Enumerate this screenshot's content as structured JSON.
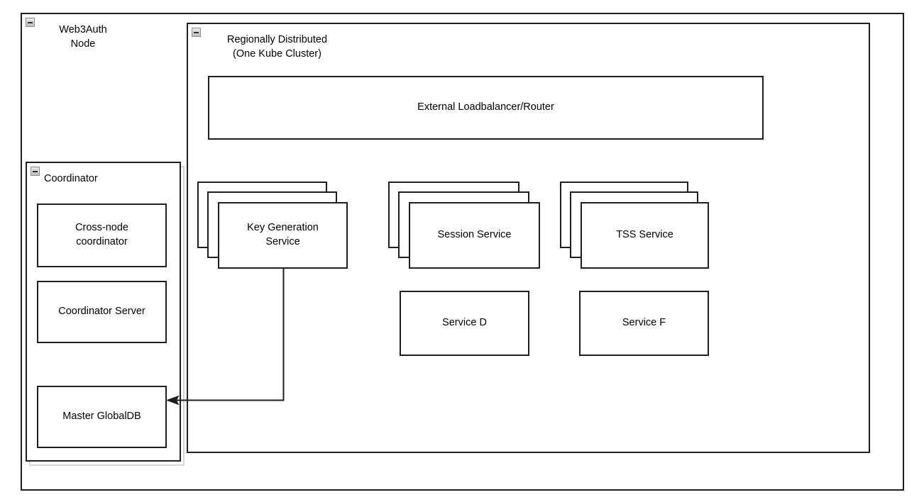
{
  "diagram": {
    "type": "architecture-block-diagram",
    "background_color": "#ffffff",
    "stroke_color": "#1f1f1f",
    "shadow_color": "#d6d6d6",
    "icon_name": "collapse-minus-icon"
  },
  "outer_container": {
    "name": "web3auth-node",
    "title": "Web3Auth\nNode",
    "collapse_icon": "collapse-minus-icon"
  },
  "kube_container": {
    "name": "regionally-distributed-kube-cluster",
    "title": "Regionally Distributed\n(One Kube Cluster)",
    "collapse_icon": "collapse-minus-icon"
  },
  "coordinator_container": {
    "name": "coordinator",
    "title": "Coordinator",
    "collapse_icon": "collapse-minus-icon",
    "children": [
      {
        "name": "cross-node-coordinator",
        "label": "Cross-node\ncoordinator"
      },
      {
        "name": "coordinator-server",
        "label": "Coordinator Server"
      },
      {
        "name": "master-globaldb",
        "label": "Master GlobalDB"
      }
    ]
  },
  "loadbalancer": {
    "name": "external-loadbalancer-router",
    "label": "External Loadbalancer/Router"
  },
  "stacked_services": [
    {
      "name": "key-generation-service",
      "label": "Key Generation\nService",
      "replicas": 3
    },
    {
      "name": "session-service",
      "label": "Session Service",
      "replicas": 3
    },
    {
      "name": "tss-service",
      "label": "TSS Service",
      "replicas": 3
    }
  ],
  "plain_services": [
    {
      "name": "service-d",
      "label": "Service D"
    },
    {
      "name": "service-f",
      "label": "Service F"
    }
  ],
  "connectors": [
    {
      "name": "keygen-to-master-globaldb",
      "from": "key-generation-service",
      "to": "master-globaldb",
      "arrowhead": "end",
      "label": ""
    }
  ]
}
